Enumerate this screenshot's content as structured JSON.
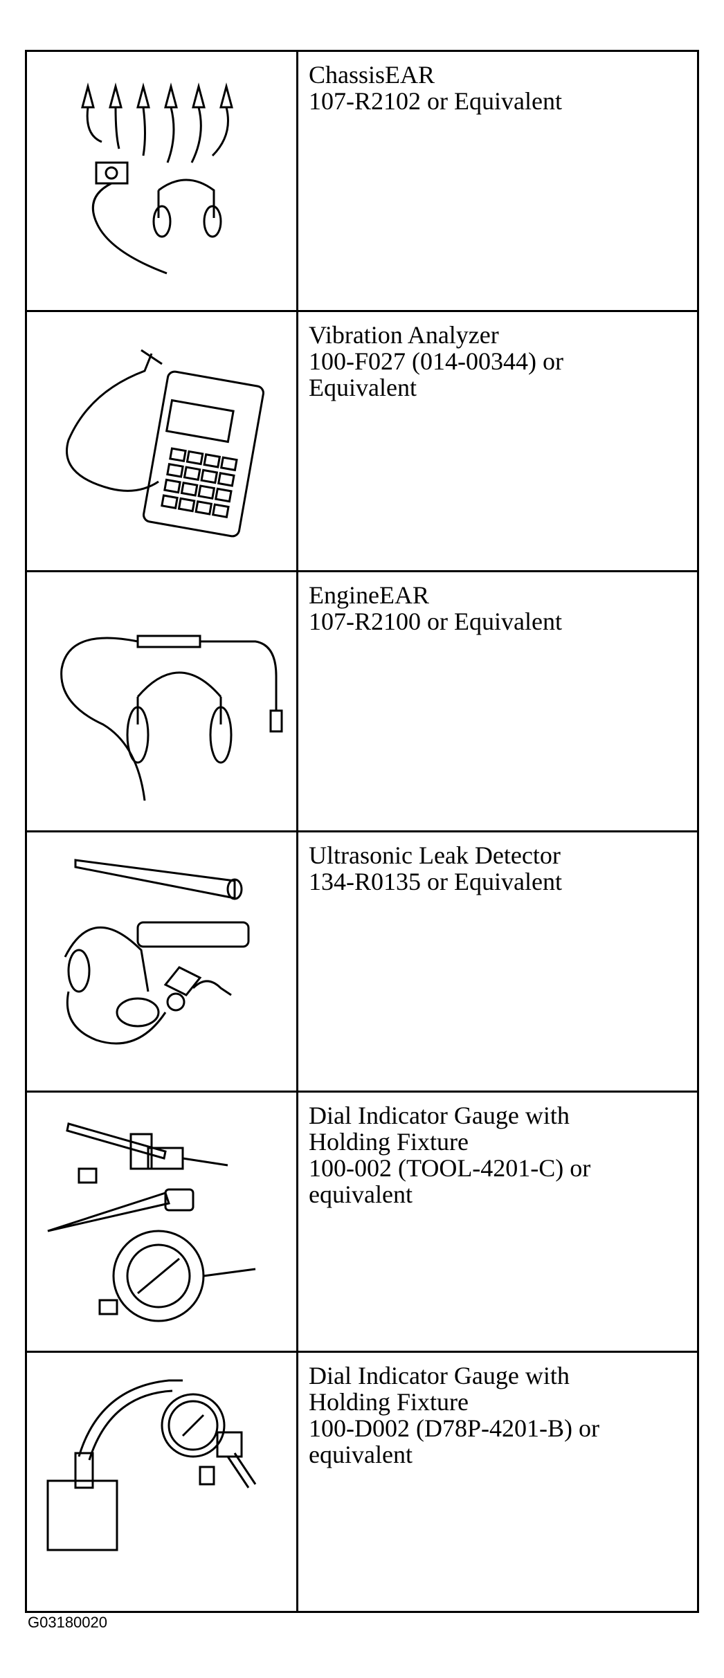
{
  "tools": [
    {
      "name": "ChassisEAR",
      "lines": [
        "107-R2102 or Equivalent"
      ],
      "icon": "chassisear-icon"
    },
    {
      "name": "Vibration Analyzer",
      "lines": [
        "100-F027 (014-00344) or",
        "Equivalent"
      ],
      "icon": "vibration-analyzer-icon"
    },
    {
      "name": "EngineEAR",
      "lines": [
        "107-R2100 or Equivalent"
      ],
      "icon": "engineear-icon"
    },
    {
      "name": "Ultrasonic Leak Detector",
      "lines": [
        "134-R0135 or Equivalent"
      ],
      "icon": "ultrasonic-leak-detector-icon"
    },
    {
      "name": "Dial Indicator Gauge with",
      "lines": [
        "Holding Fixture",
        "100-002 (TOOL-4201-C) or",
        "equivalent"
      ],
      "icon": "dial-indicator-fixture-icon"
    },
    {
      "name": "Dial Indicator Gauge with",
      "lines": [
        "Holding Fixture",
        "100-D002 (D78P-4201-B) or",
        "equivalent"
      ],
      "icon": "dial-indicator-magnetic-base-icon"
    }
  ],
  "figure_id": "G03180020"
}
